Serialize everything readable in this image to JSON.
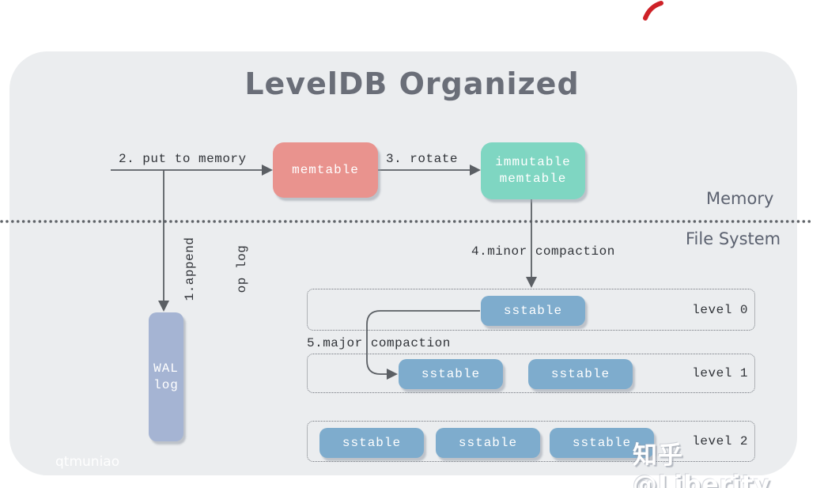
{
  "title": "LevelDB Organized",
  "regions": {
    "memory": "Memory",
    "file_system": "File System"
  },
  "nodes": {
    "memtable": {
      "label": "memtable",
      "color": "#E9938E"
    },
    "immutable_memtable": {
      "line1": "immutable",
      "line2": "memtable",
      "color": "#7FD6C2"
    },
    "wal_log": {
      "line1": "WAL",
      "line2": "log",
      "color": "#A5B4D3"
    },
    "sstable": {
      "color": "#7EACCD"
    }
  },
  "steps": {
    "append": {
      "line1": "1.append",
      "line2": "op log"
    },
    "put_to_memory": "2. put to memory",
    "rotate": "3. rotate",
    "minor_compaction": "4.minor compaction",
    "major_compaction": "5.major compaction"
  },
  "levels": [
    {
      "label": "level 0",
      "sstables": [
        "sstable"
      ]
    },
    {
      "label": "level 1",
      "sstables": [
        "sstable",
        "sstable"
      ]
    },
    {
      "label": "level 2",
      "sstables": [
        "sstable",
        "sstable",
        "sstable"
      ]
    }
  ],
  "watermarks": {
    "author": "qtmuniao",
    "site": "知乎 @Liberity"
  },
  "colors": {
    "panel_bg": "#EBEDEF",
    "line": "#5B5F64",
    "red_stroke": "#CE2127",
    "label_text": "#303338",
    "region_text": "#5C6270",
    "title_text": "#6A6E78"
  }
}
